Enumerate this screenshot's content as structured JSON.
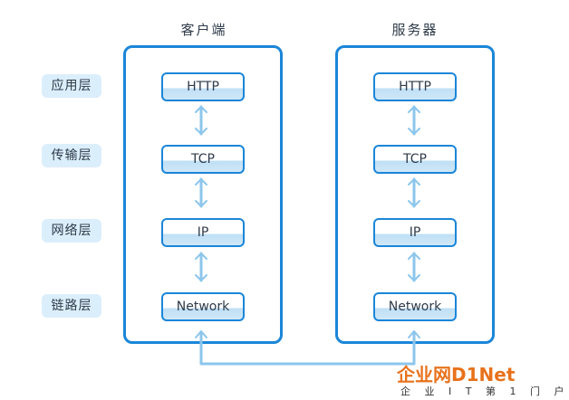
{
  "columns": {
    "client_title": "客户端",
    "server_title": "服务器"
  },
  "layers": [
    "应用层",
    "传输层",
    "网络层",
    "链路层"
  ],
  "protocols": [
    "HTTP",
    "TCP",
    "IP",
    "Network"
  ],
  "watermark": {
    "brand": "企业网D1Net",
    "tagline": "企 业 I T 第 1 门 户"
  },
  "colors": {
    "panel_border": "#1b86d8",
    "label_background": "#dbeefb",
    "arrow": "#8cc6ec",
    "text": "#2f3b4a"
  }
}
